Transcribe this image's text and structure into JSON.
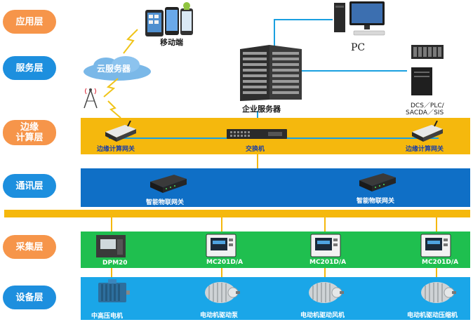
{
  "layers": {
    "app": "应用层",
    "service": "服务层",
    "edge": "边缘\n计算层",
    "comm": "通讯层",
    "collect": "采集层",
    "device": "设备层"
  },
  "app": {
    "mobile_label": "移动端",
    "pc_label": "PC"
  },
  "service": {
    "cloud_label": "云服务器",
    "server_label": "企业服务器",
    "dcs_label_line1": "DCS／PLC/",
    "dcs_label_line2": "SACDA／SIS"
  },
  "edge": {
    "gateway_left": "边缘计算网关",
    "switch": "交换机",
    "gateway_right": "边缘计算网关"
  },
  "comm": {
    "iot_left": "智能物联网关",
    "iot_right": "智能物联网关"
  },
  "collect": {
    "items": [
      "DPM20",
      "MC201D/A",
      "MC201D/A",
      "MC201D/A"
    ]
  },
  "device": {
    "items": [
      "中高压电机",
      "电动机驱动泵",
      "电动机驱动风机",
      "电动机驱动压缩机"
    ]
  },
  "colors": {
    "orange": "#f6954a",
    "blue": "#1d8fde",
    "edge_band": "#f5b80d",
    "comm_band": "#0f6fc6",
    "collect_band": "#1fbf4f",
    "device_band": "#1aa6e8"
  }
}
